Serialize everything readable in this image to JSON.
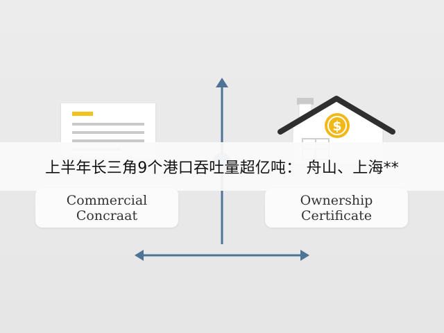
{
  "banner": {
    "headline": "上半年长三角9个港口吞吐量超亿吨： 舟山、上海**"
  },
  "cards": {
    "left_label_line1": "Commercial",
    "left_label_line2": "Concraat",
    "right_label_line1": "Ownership",
    "right_label_line2": "Certificate"
  },
  "colors": {
    "axis": "#4d7397",
    "house": "#2f2f2f",
    "coin": "#f2b817",
    "doc_accent": "#f2c11c"
  },
  "icons": {
    "contract": "document-icon",
    "house": "house-icon",
    "coin": "dollar-coin-icon"
  }
}
